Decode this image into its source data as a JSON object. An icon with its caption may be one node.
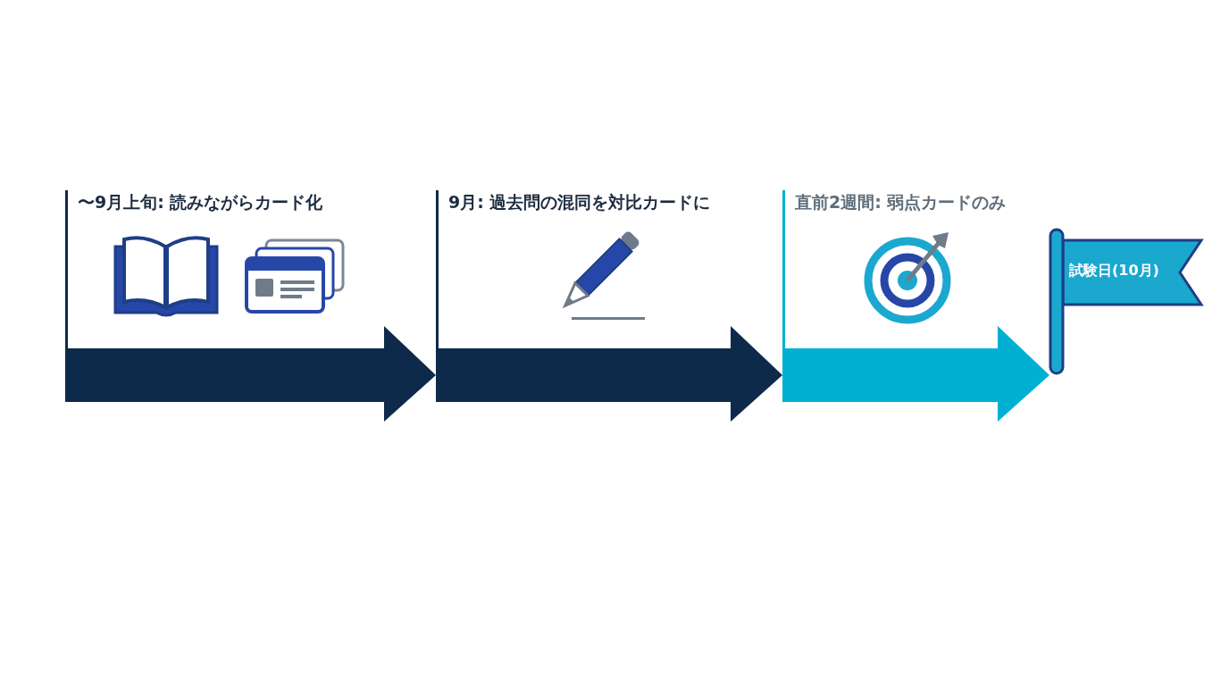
{
  "diagram": {
    "nodes": [
      {
        "text": [
          "〜9月上旬: 読みながらカード化"
        ]
      },
      {
        "text": [
          "9月: 過去問の混同を対比カードに"
        ]
      },
      {
        "text": [
          "直前2週間: 弱点カードのみ"
        ]
      },
      {
        "text": [
          "試験日(10月)"
        ]
      }
    ],
    "edges": [
      {
        "from": 0,
        "to": 1,
        "arrow": "to"
      },
      {
        "from": 1,
        "to": 2,
        "arrow": "to"
      },
      {
        "from": 2,
        "to": 3,
        "arrow": "to",
        "color": "#00b0d2"
      }
    ]
  }
}
